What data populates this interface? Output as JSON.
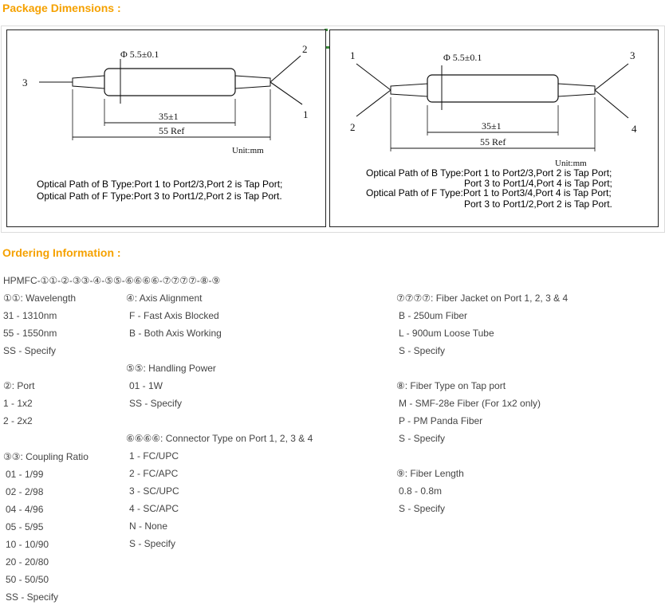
{
  "package": {
    "title": "Package Dimensions :",
    "left": {
      "diameter": "Φ 5.5±0.1",
      "dim1": "35±1",
      "dim2": "55 Ref",
      "unit": "Unit:mm",
      "port_left": "3",
      "port_top_right": "2",
      "port_bottom_right": "1",
      "notes": [
        "Optical Path of B Type:Port 1 to Port2/3,Port 2 is Tap Port;",
        "Optical Path of F Type:Port 3 to Port1/2,Port 2 is Tap Port."
      ]
    },
    "right": {
      "diameter": "Φ 5.5±0.1",
      "dim1": "35±1",
      "dim2": "55 Ref",
      "unit": "Unit:mm",
      "port_tl": "1",
      "port_bl": "2",
      "port_tr": "3",
      "port_br": "4",
      "notes": [
        "Optical Path of B Type:Port 1 to Port2/3,Port 2 is Tap Port;",
        "Port 3 to Port1/4,Port 4 is Tap Port;",
        "Optical Path of F Type:Port 1 to Port3/4,Port 4 is Tap Port;",
        "Port 3 to Port1/2,Port 2 is Tap Port."
      ]
    }
  },
  "ordering": {
    "title": "Ordering Information :",
    "code": "HPMFC-①①-②-③③-④-⑤⑤-⑥⑥⑥⑥-⑦⑦⑦⑦-⑧-⑨",
    "col1": {
      "wavelength": {
        "head": "①①: Wavelength",
        "items": [
          "31 - 1310nm",
          "55 - 1550nm",
          "SS - Specify"
        ]
      },
      "port": {
        "head": "②: Port",
        "items": [
          "1 - 1x2",
          "2 - 2x2"
        ]
      },
      "coupling": {
        "head": "③③: Coupling Ratio",
        "items": [
          "01 - 1/99",
          "02 - 2/98",
          "04 - 4/96",
          "05 - 5/95",
          "10 - 10/90",
          "20 - 20/80",
          "50 - 50/50",
          "SS - Specify"
        ]
      }
    },
    "col2": {
      "axis": {
        "head": "④: Axis Alignment",
        "items": [
          "F - Fast Axis Blocked",
          "B - Both Axis Working"
        ]
      },
      "power": {
        "head": "⑤⑤: Handling Power",
        "items": [
          "01 - 1W",
          "SS - Specify"
        ]
      },
      "connector": {
        "head": "⑥⑥⑥⑥: Connector Type on Port 1, 2, 3 & 4",
        "items": [
          "1 - FC/UPC",
          "2 - FC/APC",
          "3 - SC/UPC",
          "4 - SC/APC",
          "N - None",
          "S - Specify"
        ]
      }
    },
    "col3": {
      "jacket": {
        "head": "⑦⑦⑦⑦: Fiber Jacket on Port 1, 2, 3 & 4",
        "items": [
          "B - 250um Fiber",
          "L - 900um Loose Tube",
          "S - Specify"
        ]
      },
      "fibertype": {
        "head": "⑧: Fiber Type on Tap port",
        "items": [
          "M - SMF-28e Fiber (For 1x2 only)",
          "P - PM Panda Fiber",
          "S - Specify"
        ]
      },
      "length": {
        "head": "⑨: Fiber Length",
        "items": [
          "0.8 - 0.8m",
          "S - Specify"
        ]
      }
    }
  }
}
